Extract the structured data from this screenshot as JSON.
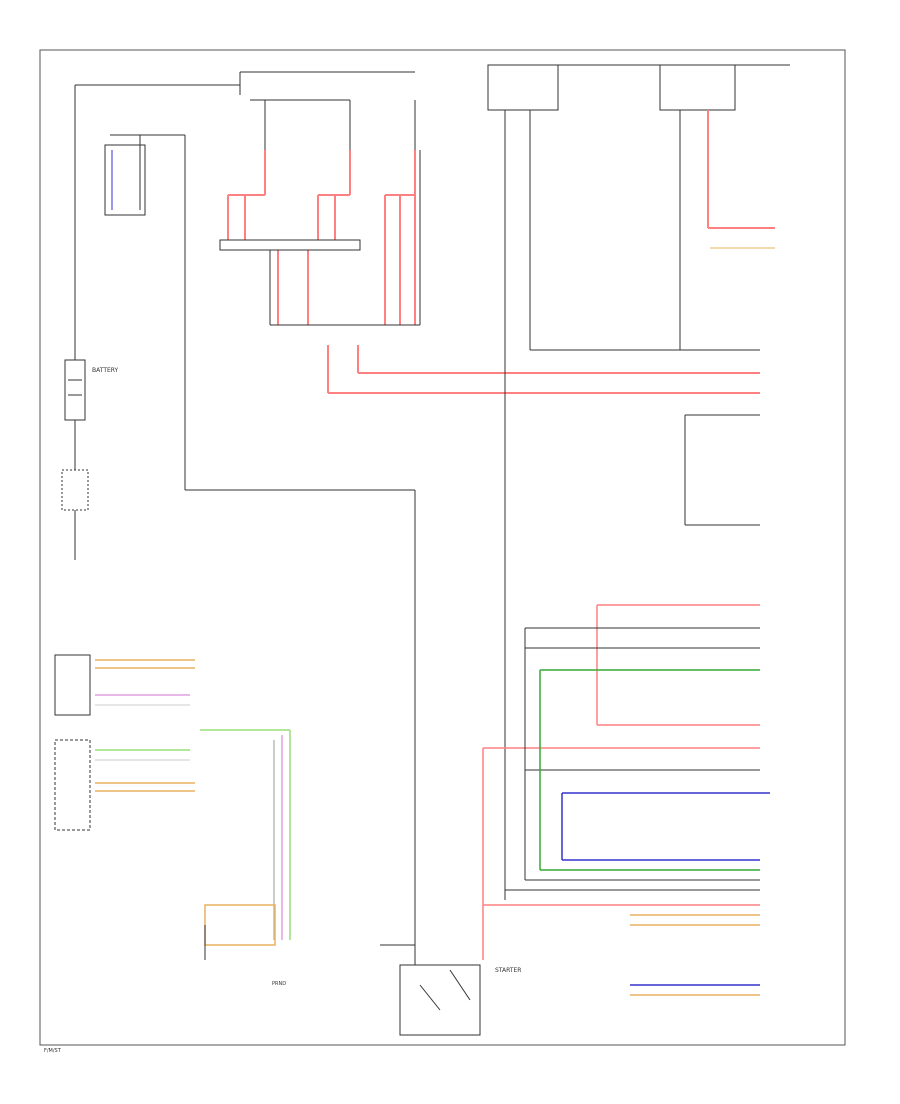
{
  "colors": {
    "frame": "#555555",
    "wire_black": "#333333",
    "wire_red": "#ff8080",
    "wire_green": "#33aa33",
    "wire_blue": "#3333cc",
    "wire_orange": "#e8b060",
    "wire_pink": "#e0a0e0",
    "wire_lightgreen": "#99dd77"
  },
  "labels": {
    "battery": "BATTERY",
    "starter": "STARTER",
    "prnd": "PRND",
    "footer": "F/M/ST"
  }
}
